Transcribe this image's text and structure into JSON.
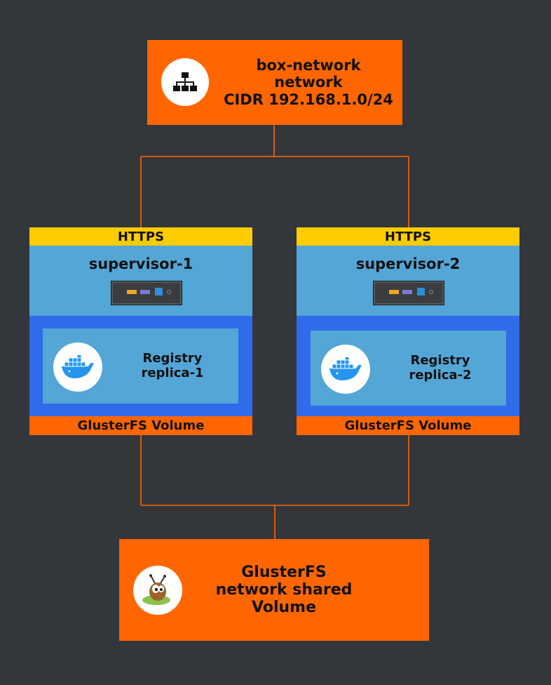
{
  "network": {
    "name": "box-network",
    "type": "network",
    "cidr": "CIDR 192.168.1.0/24",
    "icon": "network-topology-icon"
  },
  "supervisors": [
    {
      "protocol": "HTTPS",
      "name": "supervisor-1",
      "registry_line1": "Registry",
      "registry_line2": "replica-1",
      "volume": "GlusterFS Volume"
    },
    {
      "protocol": "HTTPS",
      "name": "supervisor-2",
      "registry_line1": "Registry",
      "registry_line2": "replica-2",
      "volume": "GlusterFS Volume"
    }
  ],
  "shared_volume": {
    "line1": "GlusterFS",
    "line2": "network shared",
    "line3": "Volume",
    "icon": "glusterfs-ant-icon"
  },
  "colors": {
    "background": "#33363a",
    "orange": "#ff6600",
    "yellow": "#ffcc00",
    "light_blue": "#53a6d6",
    "dark_blue": "#2f6bea",
    "docker_blue": "#2496ed"
  }
}
